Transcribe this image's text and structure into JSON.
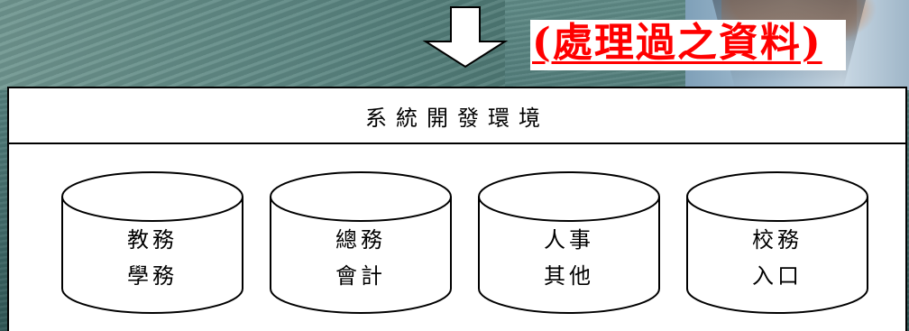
{
  "header": {
    "processed_label": "(處理過之資料)"
  },
  "panel": {
    "title": "系統開發環境"
  },
  "databases": [
    {
      "line1": "教務",
      "line2": "學務"
    },
    {
      "line1": "總務",
      "line2": "會計"
    },
    {
      "line1": "人事",
      "line2": "其他"
    },
    {
      "line1": "校務",
      "line2": "入口"
    }
  ],
  "colors": {
    "label_red": "#ff0000",
    "stroke": "#000000",
    "panel_bg": "#ffffff"
  }
}
